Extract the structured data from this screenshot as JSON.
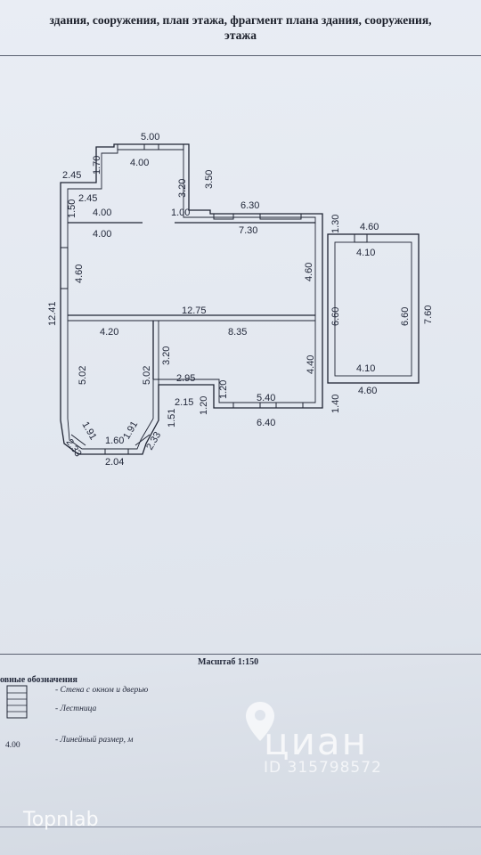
{
  "header": {
    "line1": "здания, сооружения, план этажа, фрагмент плана здания, сооружения,",
    "line2": "этажа"
  },
  "dimensions": {
    "top_500": "5.00",
    "top_400": "4.00",
    "d_170": "1.70",
    "d_245a": "2.45",
    "d_245b": "2.45",
    "d_150": "1.50",
    "d_320a": "3.20",
    "d_350": "3.50",
    "d_630": "6.30",
    "d_130": "1.30",
    "d_400a": "4.00",
    "d_100": "1.00",
    "d_400b": "4.00",
    "d_730": "7.30",
    "d_460a": "4.60",
    "d_460b": "4.60",
    "d_1241": "12.41",
    "d_1275": "12.75",
    "d_420": "4.20",
    "d_835": "8.35",
    "d_320b": "3.20",
    "d_502a": "5.02",
    "d_502b": "5.02",
    "d_440": "4.40",
    "d_295": "2.95",
    "d_120a": "1.20",
    "d_215": "2.15",
    "d_120b": "1.20",
    "d_540": "5.40",
    "d_640": "6.40",
    "d_151": "1.51",
    "d_191a": "1.91",
    "d_191b": "1.91",
    "d_160": "1.60",
    "d_233a": "2.33",
    "d_233b": "2.33",
    "d_204": "2.04",
    "d_140": "1.40",
    "g_460t": "4.60",
    "g_410t": "4.10",
    "g_660a": "6.60",
    "g_660b": "6.60",
    "g_760": "7.60",
    "g_410b": "4.10",
    "g_460b": "4.60"
  },
  "scale": "Масштаб 1:150",
  "legend": {
    "title": "овные обозначения",
    "wall_window_door": "- Стена с окном и дверью",
    "stairs": "- Лестница",
    "dim_sample": "4.00",
    "linear_dim": "- Линейный размер, м"
  },
  "watermarks": {
    "cian": "циан",
    "id": "ID 315798572",
    "topnlab": "Topnlab"
  }
}
